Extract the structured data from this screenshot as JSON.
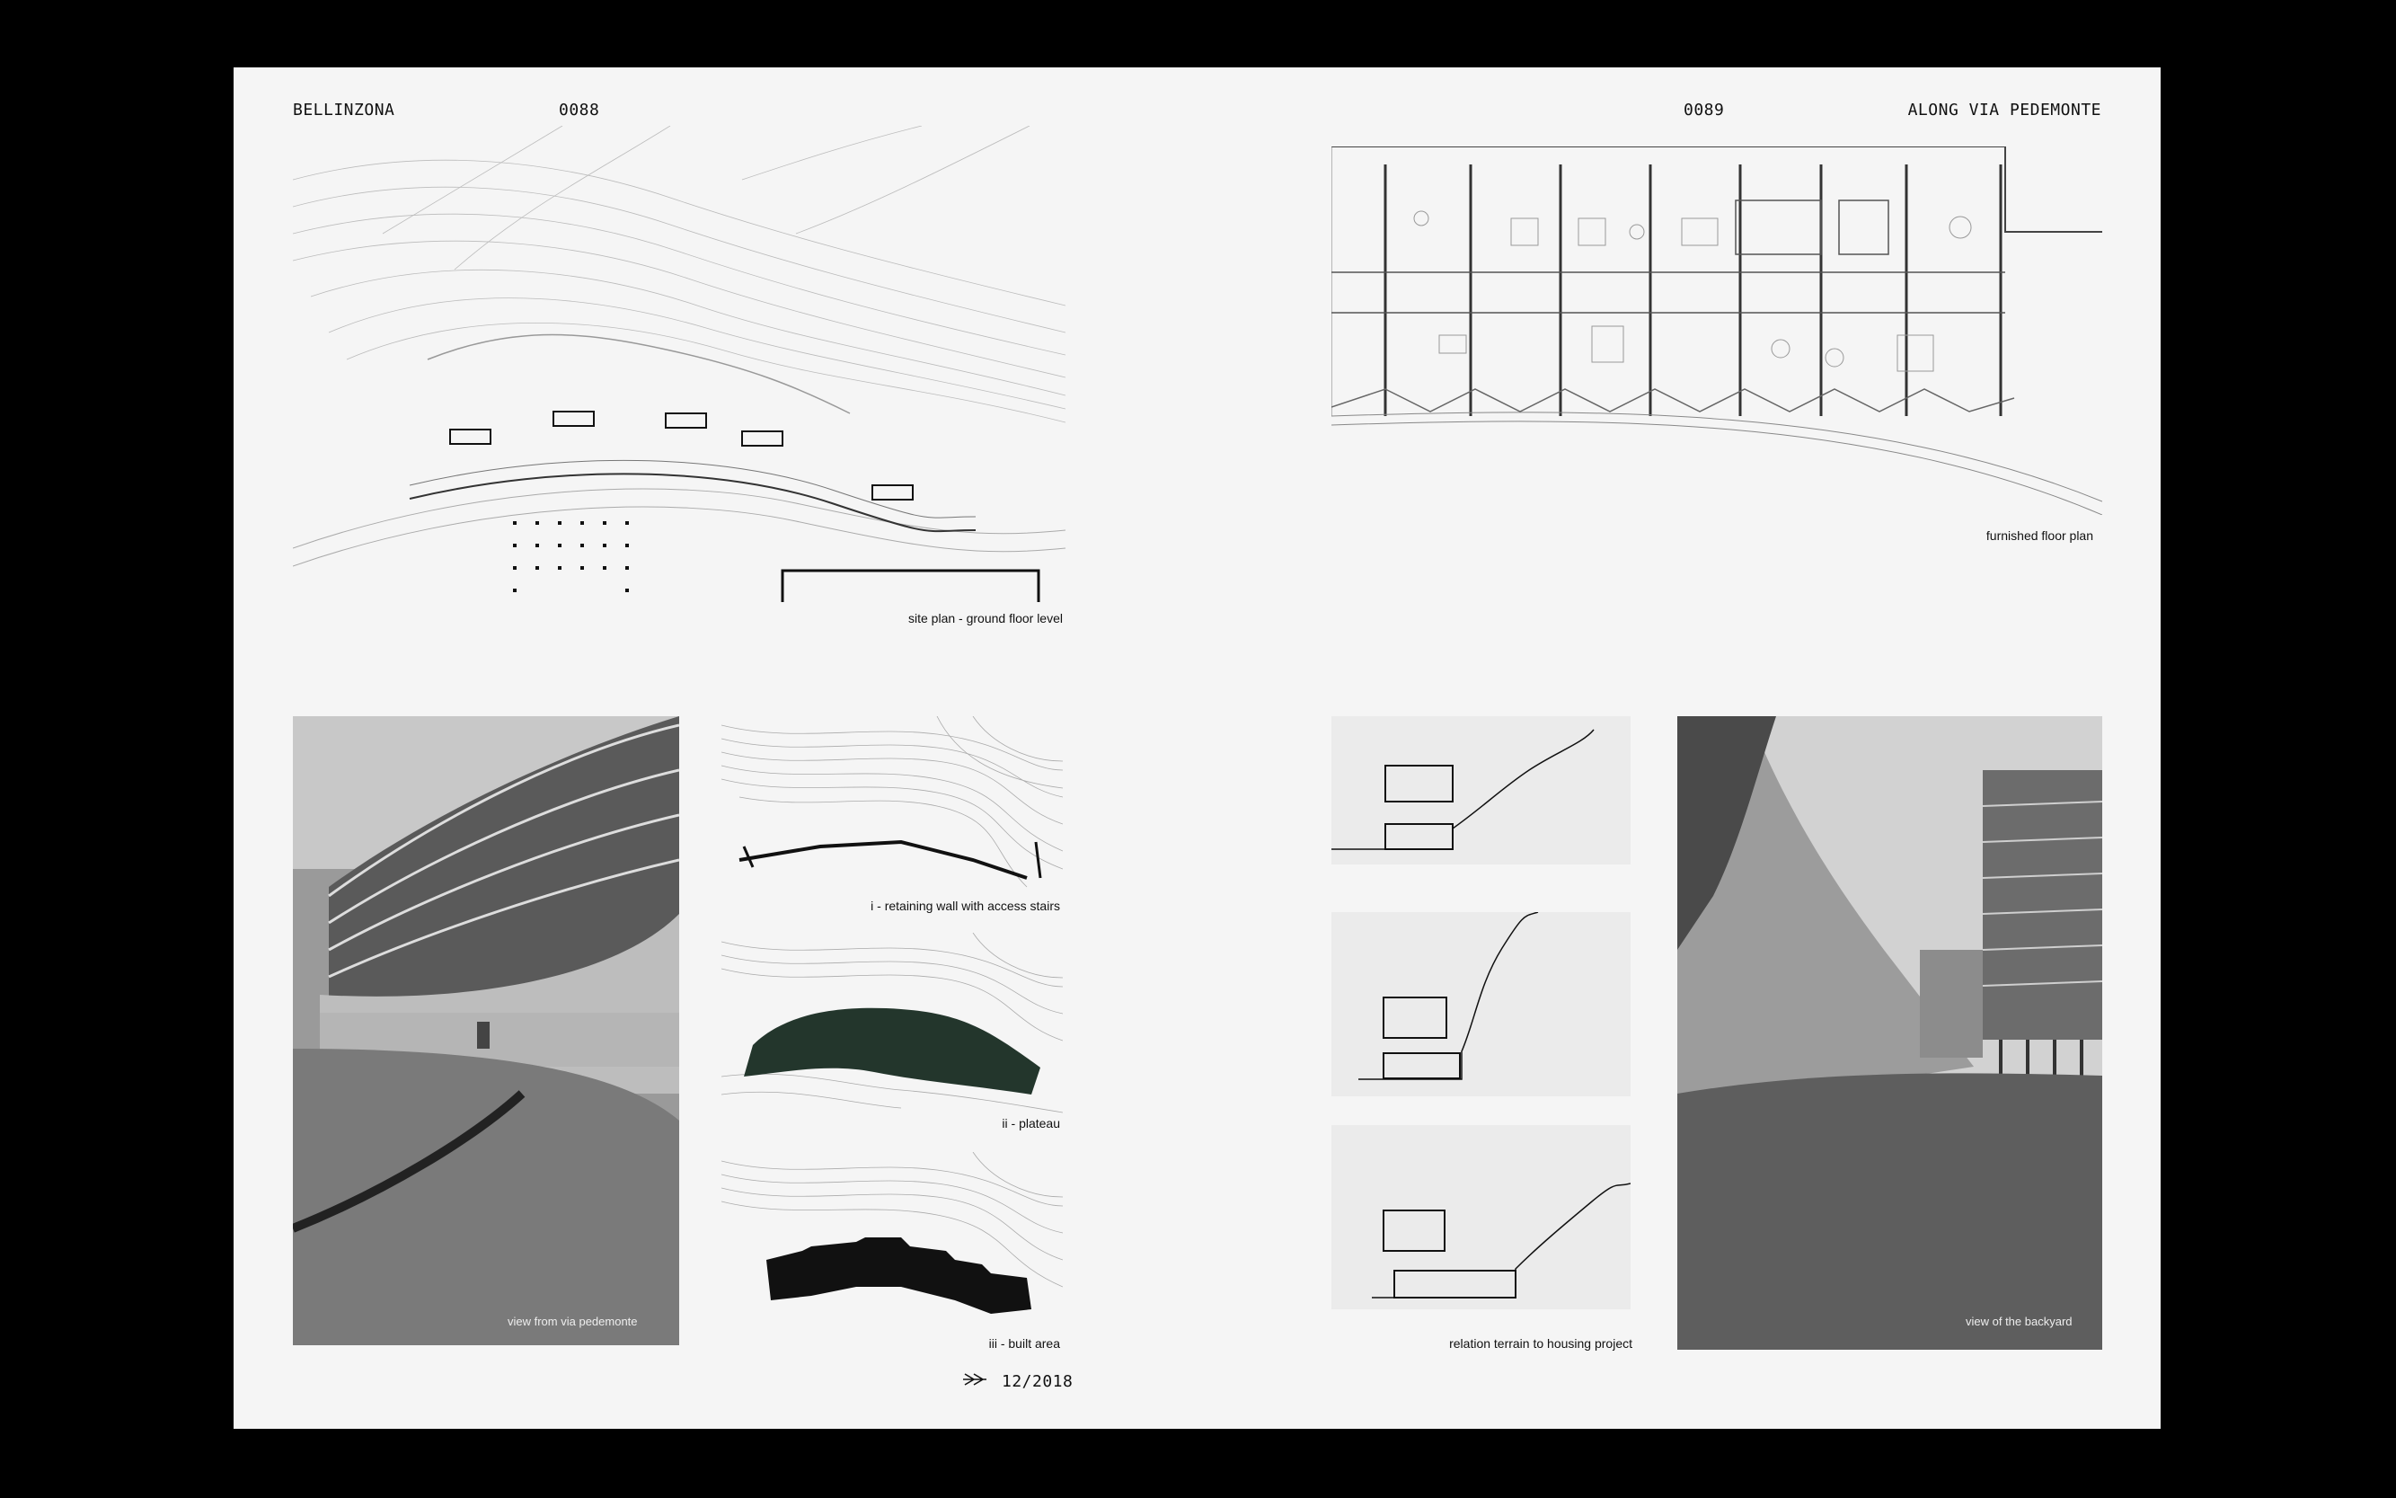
{
  "left_page": {
    "running_title": "BELLINZONA",
    "page_number": "0088",
    "captions": {
      "site_plan": "site plan - ground floor level",
      "photo_via": "view from via pedemonte",
      "diagram_1": "i - retaining wall with access stairs",
      "diagram_2": "ii - plateau",
      "diagram_3": "iii - built area"
    },
    "footer": {
      "icon": "double-arrow-icon",
      "date": "12/2018"
    }
  },
  "right_page": {
    "page_number": "0089",
    "running_title": "ALONG VIA PEDEMONTE",
    "captions": {
      "floor_plan": "furnished floor plan",
      "sections": "relation terrain to housing project",
      "photo_backyard": "view of the backyard"
    }
  },
  "colors": {
    "background": "#000000",
    "paper": "#f5f5f5",
    "ink": "#111111",
    "plateau": "#23362c"
  }
}
